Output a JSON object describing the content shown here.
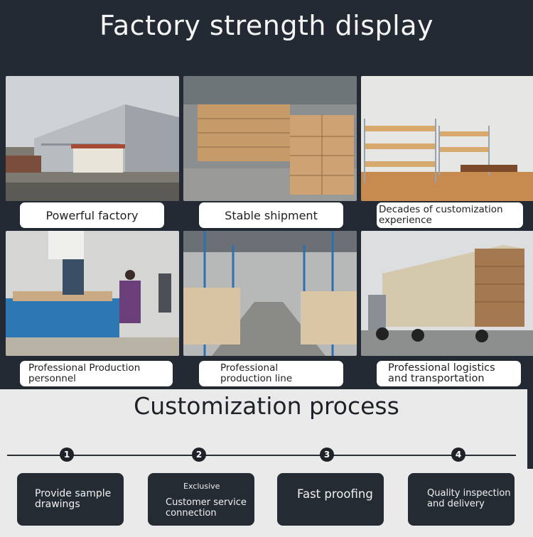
{
  "header": {
    "title": "Factory strength display"
  },
  "tiles": [
    {
      "label": "Powerful factory"
    },
    {
      "label": "Stable shipment"
    },
    {
      "label": "Decades of customization experience",
      "line1": "Decades of customization",
      "line2": "experience"
    },
    {
      "label": "Professional Production personnel",
      "line1": "Professional Production",
      "line2": "personnel"
    },
    {
      "label": "Professional production line",
      "line1": "Professional",
      "line2": "production line"
    },
    {
      "label": "Professional logistics and transportation",
      "line1": "Professional logistics",
      "line2": "and transportation"
    }
  ],
  "process": {
    "title": "Customization process",
    "steps": [
      {
        "number": "1",
        "line1": "Provide sample",
        "line2": "drawings"
      },
      {
        "number": "2",
        "tag": "Exclusive",
        "line1": "Customer service",
        "line2": "connection"
      },
      {
        "number": "3",
        "line1": "Fast proofing"
      },
      {
        "number": "4",
        "line1": "Quality inspection",
        "line2": "and delivery"
      }
    ]
  },
  "colors": {
    "dark_panel": "#232a33",
    "light_bg": "#eaeaea",
    "label_bg": "#ffffff",
    "card_bg": "#252b33"
  }
}
